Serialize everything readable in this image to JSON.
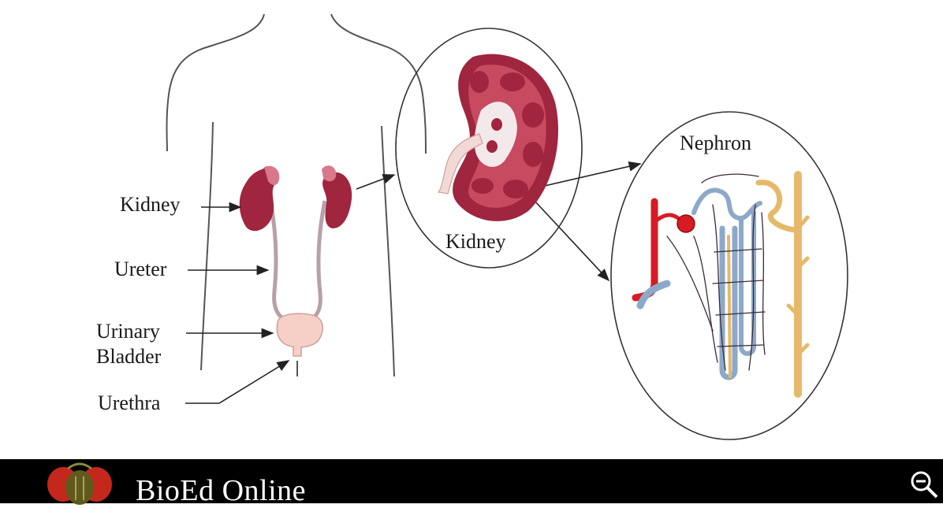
{
  "diagram": {
    "labels": {
      "kidney": "Kidney",
      "ureter": "Ureter",
      "urinary_bladder_line1": "Urinary",
      "urinary_bladder_line2": "Bladder",
      "urethra": "Urethra",
      "kidney_detail": "Kidney",
      "nephron": "Nephron"
    },
    "colors": {
      "kidney": "#a0253e",
      "kidney_light": "#d8788a",
      "bladder": "#f6cfc6",
      "artery": "#d81b22",
      "vein": "#8da9c9",
      "collecting_duct": "#e6b96a",
      "outline": "#333333"
    }
  },
  "footer": {
    "brand": "BioEd Online",
    "logo_icon": "fly-icon",
    "zoom_icon": "zoom-out-icon",
    "background": "#000000"
  }
}
